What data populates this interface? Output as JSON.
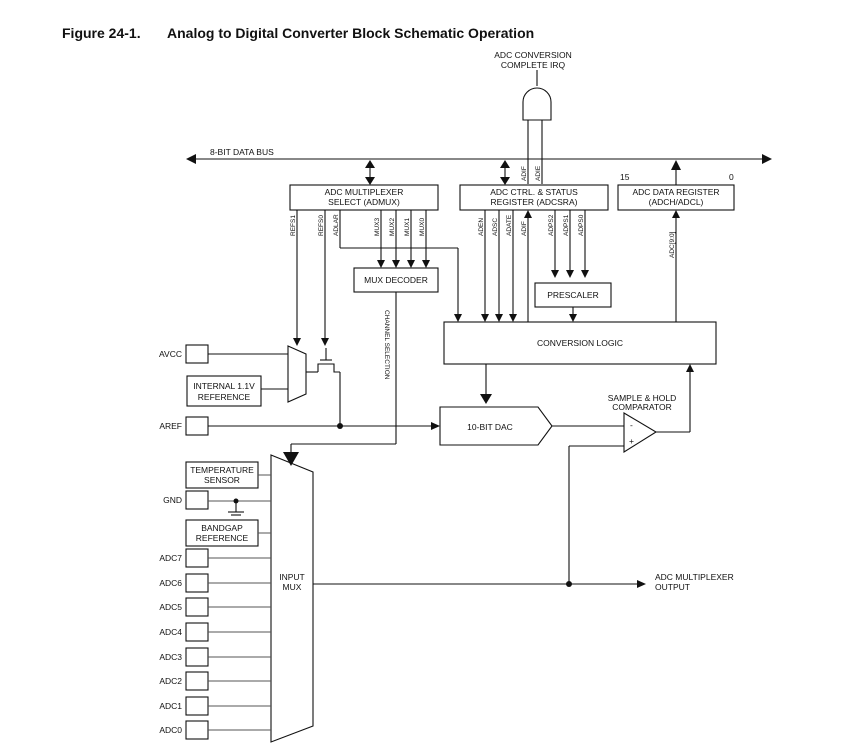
{
  "figure": {
    "number": "Figure 24-1.",
    "title": "Analog to Digital Converter Block Schematic Operation"
  },
  "labels": {
    "irq_line1": "ADC CONVERSION",
    "irq_line2": "COMPLETE IRQ",
    "data_bus": "8-BIT DATA BUS",
    "admux_line1": "ADC MULTIPLEXER",
    "admux_line2": "SELECT (ADMUX)",
    "adcsra_line1": "ADC CTRL. & STATUS",
    "adcsra_line2": "REGISTER (ADCSRA)",
    "adcdr_line1": "ADC DATA REGISTER",
    "adcdr_line2": "(ADCH/ADCL)",
    "bit15": "15",
    "bit0": "0",
    "mux_decoder": "MUX DECODER",
    "prescaler": "PRESCALER",
    "conversion_logic": "CONVERSION LOGIC",
    "channel_selection": "CHANNEL SELECTION",
    "avcc": "AVCC",
    "internal_ref_line1": "INTERNAL 1.1V",
    "internal_ref_line2": "REFERENCE",
    "aref": "AREF",
    "dac": "10-BIT DAC",
    "sh_line1": "SAMPLE & HOLD",
    "sh_line2": "COMPARATOR",
    "comp_minus": "-",
    "comp_plus": "+",
    "temp_line1": "TEMPERATURE",
    "temp_line2": "SENSOR",
    "gnd": "GND",
    "bandgap_line1": "BANDGAP",
    "bandgap_line2": "REFERENCE",
    "input_mux_line1": "INPUT",
    "input_mux_line2": "MUX",
    "mux_out_line1": "ADC MULTIPLEXER",
    "mux_out_line2": "OUTPUT",
    "adc_data_bits": "ADC[9:0]"
  },
  "admux_bits": [
    "REFS1",
    "REFS0",
    "ADLAR",
    "MUX3",
    "MUX2",
    "MUX1",
    "MUX0"
  ],
  "adcsra_bits": [
    "ADEN",
    "ADSC",
    "ADATE",
    "ADIF",
    "ADPS2",
    "ADPS1",
    "ADPS0"
  ],
  "irq_gate_bits": [
    "ADIF",
    "ADIE"
  ],
  "adc_pins": [
    "ADC7",
    "ADC6",
    "ADC5",
    "ADC4",
    "ADC3",
    "ADC2",
    "ADC1",
    "ADC0"
  ]
}
